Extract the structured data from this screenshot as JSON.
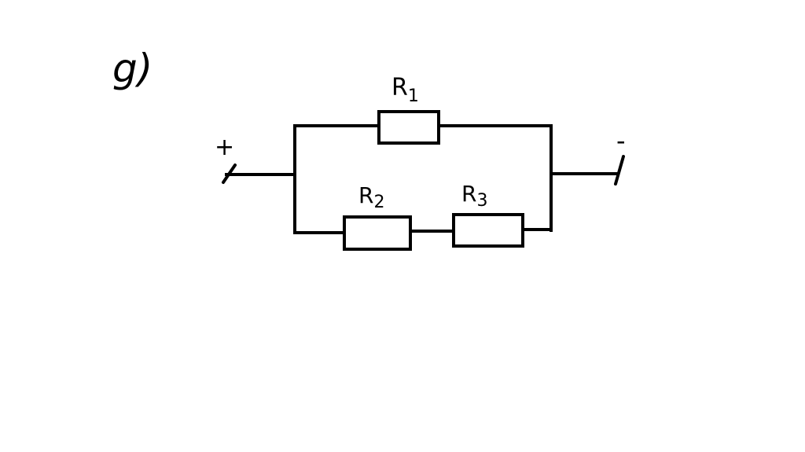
{
  "problem_label": "g)",
  "terminals": {
    "positive": "+",
    "negative": "-"
  },
  "resistors": [
    {
      "id": "R1",
      "label": "R",
      "subscript": "1",
      "branch": "top"
    },
    {
      "id": "R2",
      "label": "R",
      "subscript": "2",
      "branch": "bottom"
    },
    {
      "id": "R3",
      "label": "R",
      "subscript": "3",
      "branch": "bottom"
    }
  ],
  "colors": {
    "stroke": "#000000",
    "background": "#ffffff"
  }
}
